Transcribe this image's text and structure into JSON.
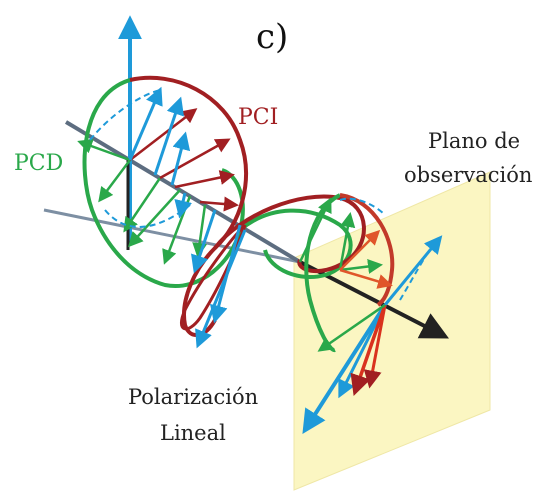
{
  "panel_label": "c)",
  "labels": {
    "pcd": "PCD",
    "pci": "PCI",
    "plane_line1": "Plano de",
    "plane_line2": "observación",
    "linear_line1": "Polarización",
    "linear_line2": "Lineal"
  },
  "colors": {
    "pcd": "#2aa84a",
    "pci": "#a11f22",
    "linear": "#1e9ad9",
    "axis_gray": "#7d8fa3",
    "axis_black": "#222222",
    "plane": "#fbf6c2"
  }
}
